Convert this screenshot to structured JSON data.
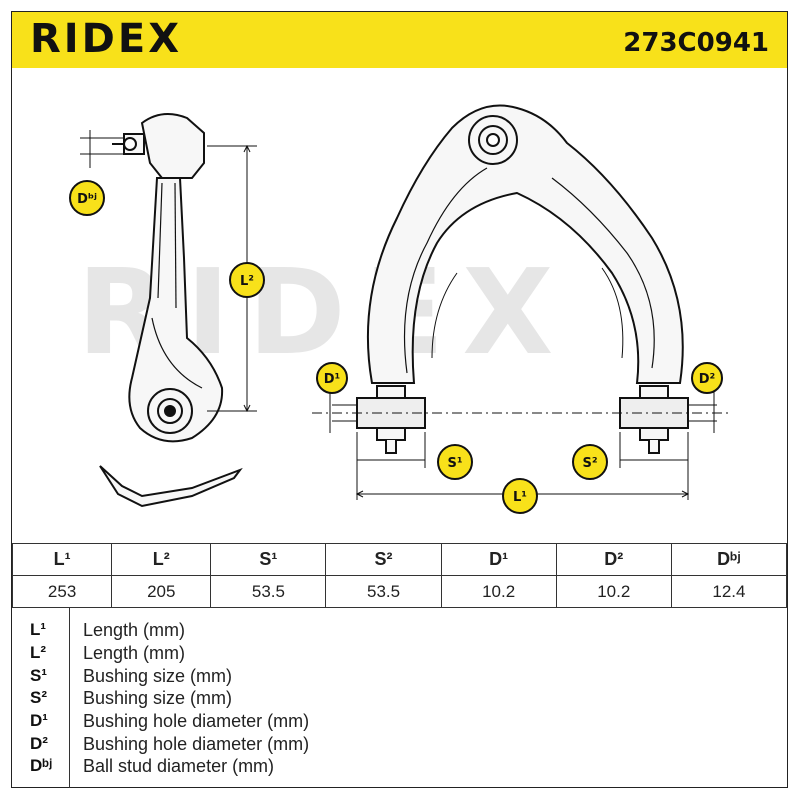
{
  "header": {
    "brand": "RIDEX",
    "part_number": "273C0941",
    "color": "#f8e11a"
  },
  "drawing": {
    "watermark": "RIDEX",
    "badges": {
      "Dbj": "Dᵇʲ",
      "L2": "L²",
      "D1": "D¹",
      "D2": "D²",
      "S1": "S¹",
      "S2": "S²",
      "L1": "L¹"
    }
  },
  "specs": {
    "headers": [
      "L¹",
      "L²",
      "S¹",
      "S²",
      "D¹",
      "D²",
      "Dᵇʲ"
    ],
    "values": [
      "253",
      "205",
      "53.5",
      "53.5",
      "10.2",
      "10.2",
      "12.4"
    ]
  },
  "legend": [
    {
      "symbol": "L¹",
      "description": "Length (mm)"
    },
    {
      "symbol": "L²",
      "description": "Length (mm)"
    },
    {
      "symbol": "S¹",
      "description": "Bushing size (mm)"
    },
    {
      "symbol": "S²",
      "description": "Bushing size (mm)"
    },
    {
      "symbol": "D¹",
      "description": "Bushing hole diameter (mm)"
    },
    {
      "symbol": "D²",
      "description": "Bushing hole diameter (mm)"
    },
    {
      "symbol": "Dᵇʲ",
      "description": "Ball stud diameter (mm)"
    }
  ]
}
